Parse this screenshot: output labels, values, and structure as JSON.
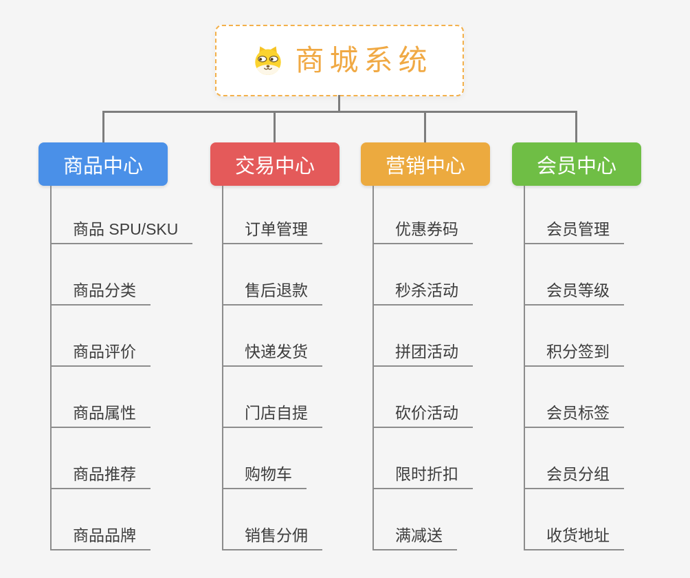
{
  "canvas": {
    "background": "#f5f5f5",
    "connector_color": "#7d7d7d",
    "underline_color": "#8c8c8c"
  },
  "root": {
    "title": "商城系统",
    "icon": "doge-icon",
    "title_color": "#f0a944",
    "border_color": "#f3b04a"
  },
  "branches": [
    {
      "label": "商品中心",
      "color": "#4a90e8",
      "children": [
        "商品 SPU/SKU",
        "商品分类",
        "商品评价",
        "商品属性",
        "商品推荐",
        "商品品牌"
      ]
    },
    {
      "label": "交易中心",
      "color": "#e45a5a",
      "children": [
        "订单管理",
        "售后退款",
        "快递发货",
        "门店自提",
        "购物车",
        "销售分佣"
      ]
    },
    {
      "label": "营销中心",
      "color": "#ecaa3f",
      "children": [
        "优惠券码",
        "秒杀活动",
        "拼团活动",
        "砍价活动",
        "限时折扣",
        "满减送"
      ]
    },
    {
      "label": "会员中心",
      "color": "#6fbe45",
      "children": [
        "会员管理",
        "会员等级",
        "积分签到",
        "会员标签",
        "会员分组",
        "收货地址"
      ]
    }
  ]
}
